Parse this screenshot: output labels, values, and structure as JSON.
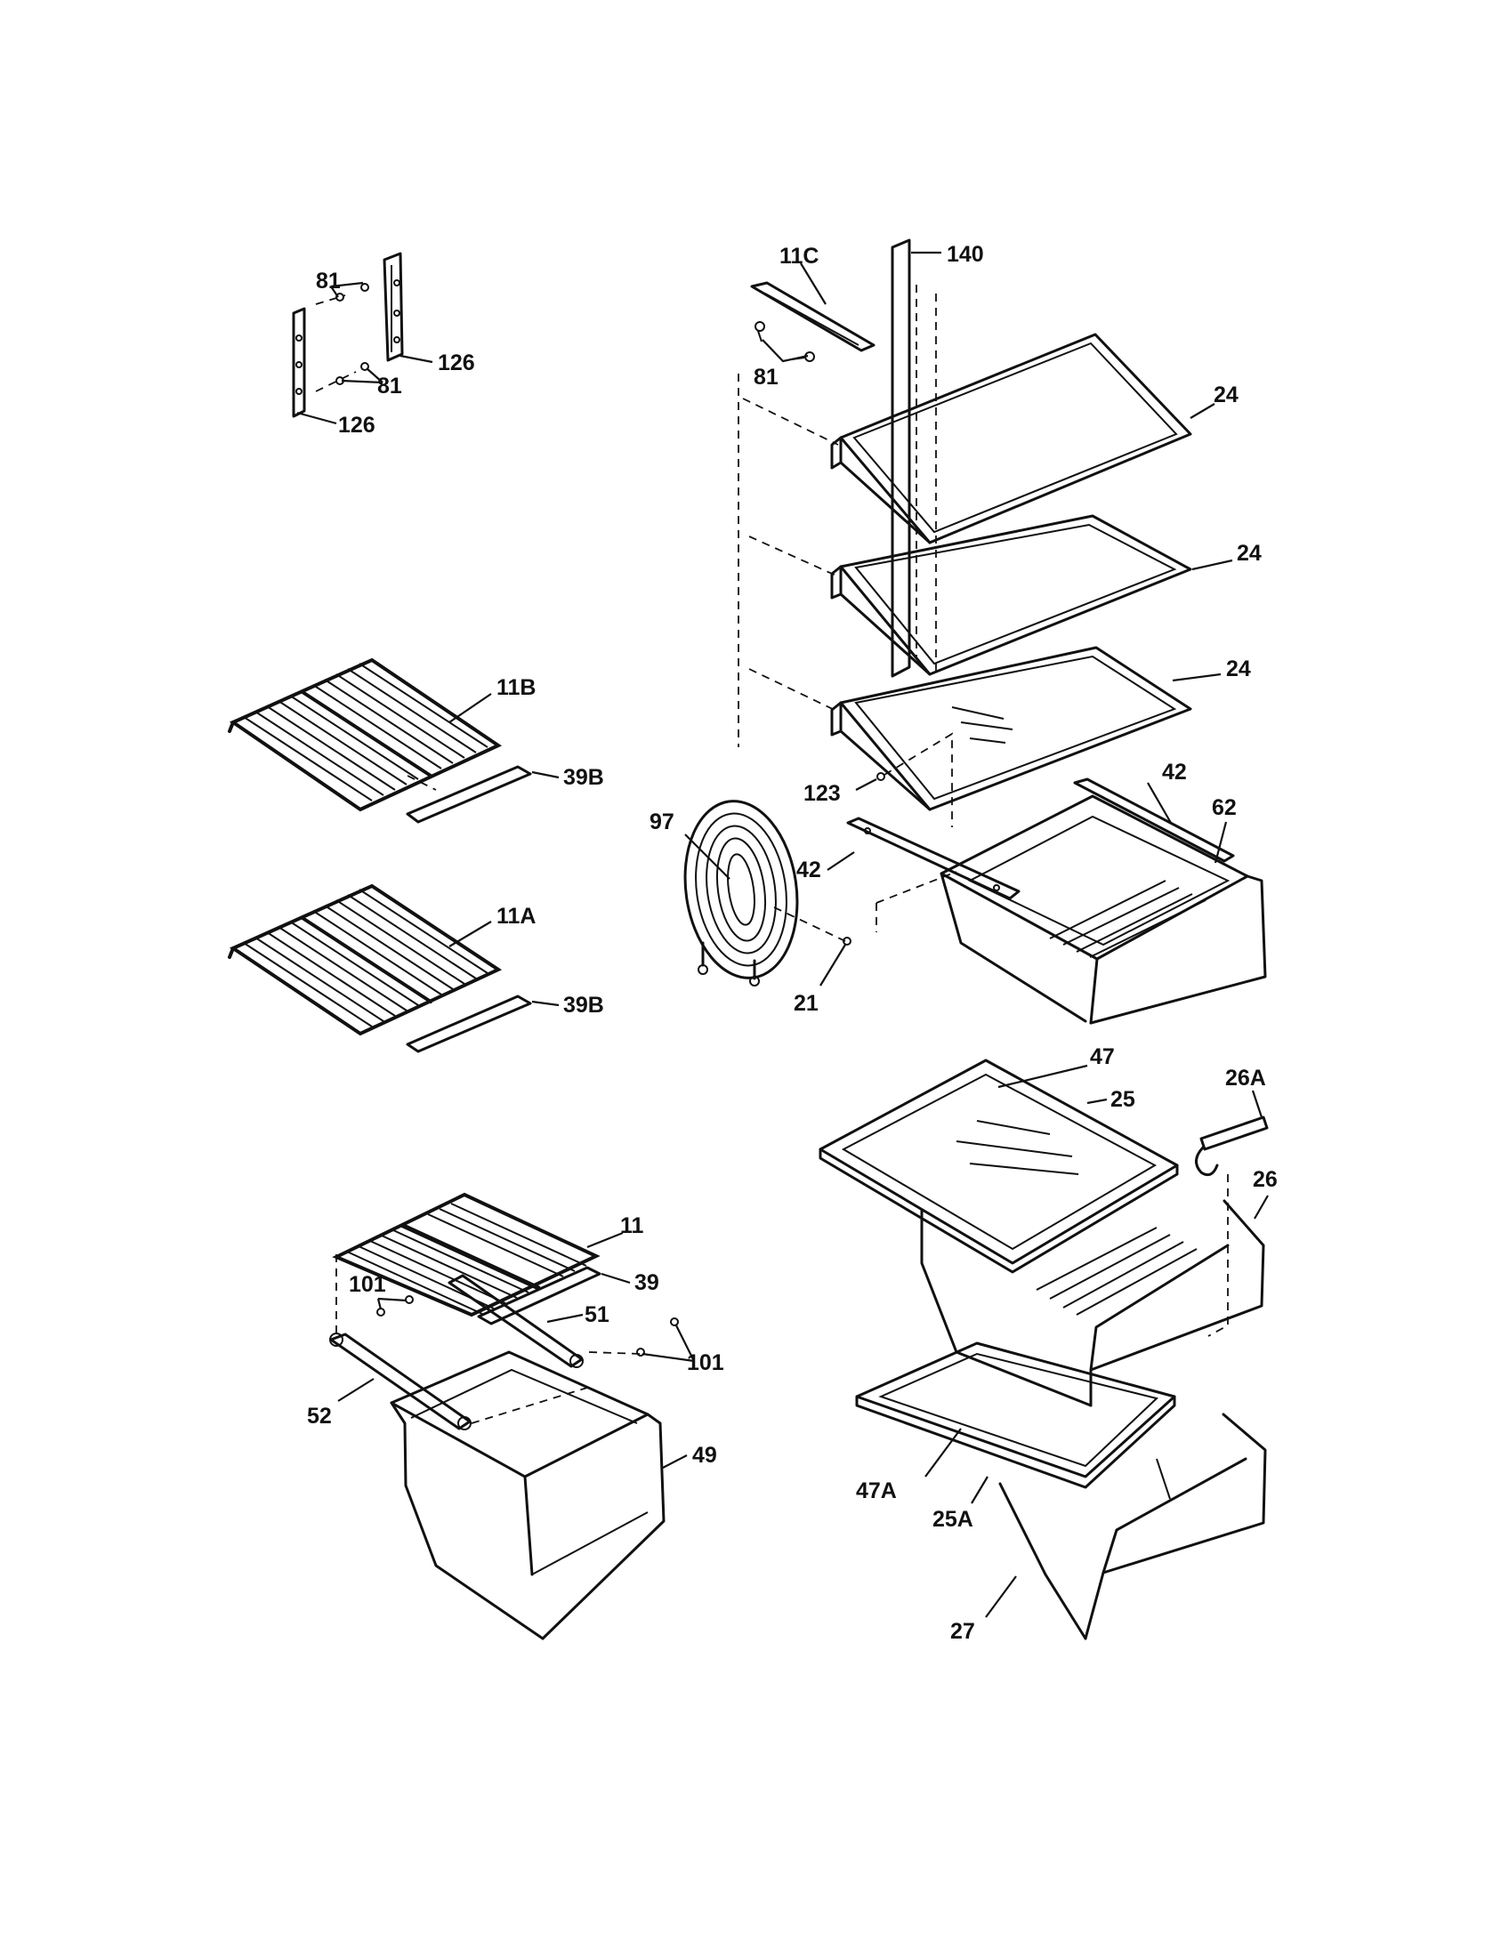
{
  "labels": {
    "l81a": "81",
    "l81b": "81",
    "l81c": "81",
    "l126a": "126",
    "l126b": "126",
    "l11C": "11C",
    "l140": "140",
    "l24a": "24",
    "l24b": "24",
    "l24c": "24",
    "l11B": "11B",
    "l39Ba": "39B",
    "l11A": "11A",
    "l39Bb": "39B",
    "l97": "97",
    "l123": "123",
    "l42a": "42",
    "l42b": "42",
    "l62": "62",
    "l21": "21",
    "l47": "47",
    "l25": "25",
    "l26A": "26A",
    "l26": "26",
    "l11": "11",
    "l39": "39",
    "l51": "51",
    "l101a": "101",
    "l101b": "101",
    "l52": "52",
    "l49": "49",
    "l47A": "47A",
    "l25A": "25A",
    "l27": "27"
  }
}
